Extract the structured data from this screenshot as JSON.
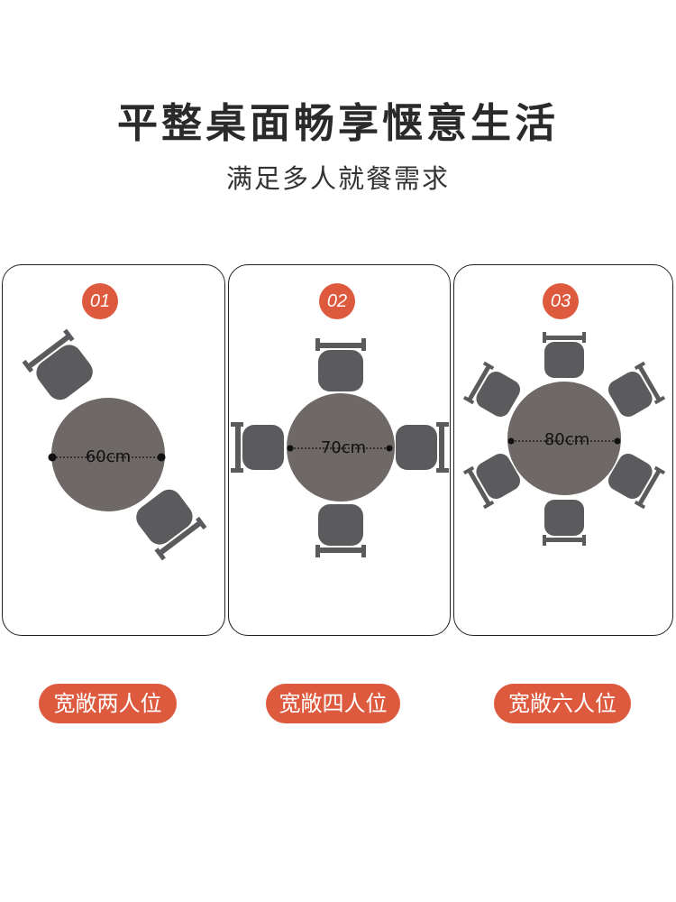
{
  "header": {
    "title": "平整桌面畅享惬意生活",
    "subtitle": "满足多人就餐需求"
  },
  "cards": [
    {
      "number": "01",
      "diameter_label": "60cm",
      "seats": 2,
      "caption": "宽敞两人位"
    },
    {
      "number": "02",
      "diameter_label": "70cm",
      "seats": 4,
      "caption": "宽敞四人位"
    },
    {
      "number": "03",
      "diameter_label": "80cm",
      "seats": 6,
      "caption": "宽敞六人位"
    }
  ],
  "colors": {
    "accent": "#dd5a3e",
    "table": "#6e6867",
    "chair": "#5b5b5e"
  }
}
